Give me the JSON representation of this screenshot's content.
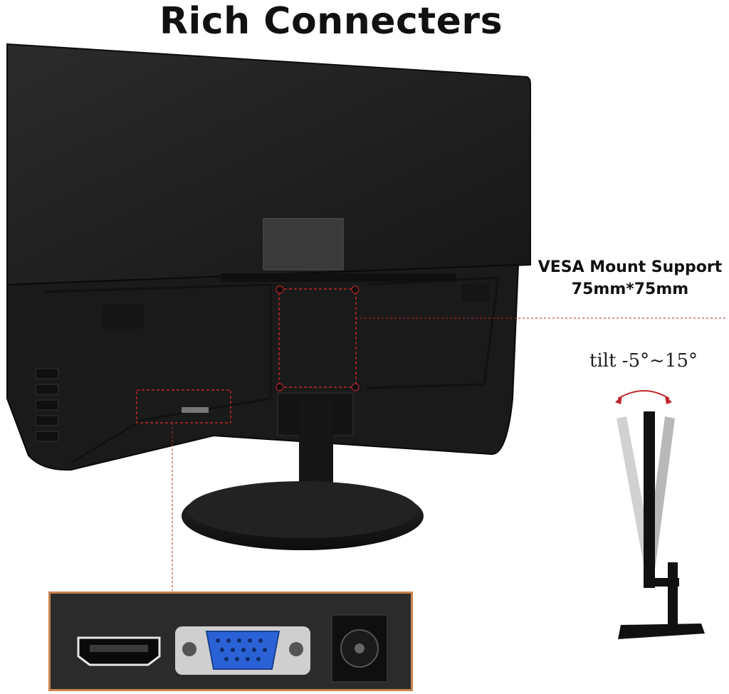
{
  "title": "Rich Connecters",
  "vesa": {
    "line1": "VESA Mount Support",
    "line2": "75mm*75mm"
  },
  "tilt": "tilt -5°~15°",
  "ports": [
    "hdmi-port",
    "vga-port",
    "dc-power-port"
  ],
  "colors": {
    "monitor": "#1c1c1c",
    "highlight": "#c0262a",
    "vga_blue": "#2a62d6",
    "panel_border": "#c9834e"
  }
}
